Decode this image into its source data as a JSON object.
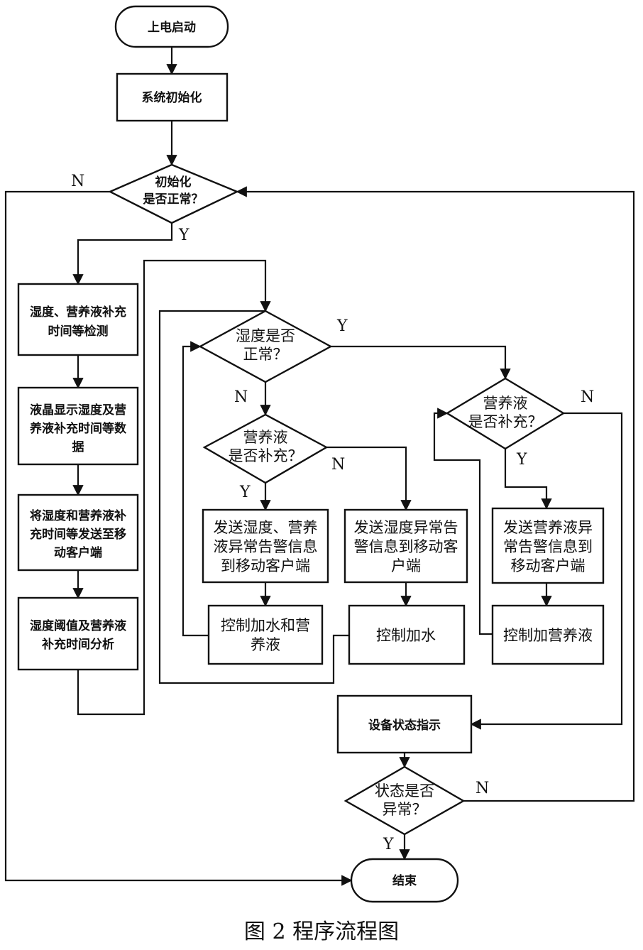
{
  "nodes": {
    "start": "上电启动",
    "init": "系统初始化",
    "init_ok": [
      "初始化",
      "是否正常？"
    ],
    "detect": [
      "湿度、营养液补充",
      "时间等检测"
    ],
    "lcd": [
      "液晶显示湿度及营",
      "养液补充时间等数",
      "据"
    ],
    "send_mobile": [
      "将湿度和营养液补",
      "充时间等发送至移",
      "动客户端"
    ],
    "analyze": [
      "湿度阈值及营养液",
      "补充时间分析"
    ],
    "humidity_ok": [
      "湿度是否",
      "正常？"
    ],
    "nutrient_left": [
      "营养液",
      "是否补充？"
    ],
    "alarm_both": [
      "发送湿度、营养",
      "液异常告警信息",
      "到移动客户端"
    ],
    "alarm_humidity": [
      "发送湿度异常告",
      "警信息到移动客",
      "户端"
    ],
    "ctrl_both": [
      "控制加水和营",
      "养液"
    ],
    "ctrl_water": "控制加水",
    "nutrient_right": [
      "营养液",
      "是否补充？"
    ],
    "alarm_nutrient": [
      "发送营养液异",
      "常告警信息到",
      "移动客户端"
    ],
    "ctrl_nutrient": "控制加营养液",
    "status_ind": "设备状态指示",
    "status_abn": [
      "状态是否",
      "异常？"
    ],
    "end": "结束"
  },
  "labels": {
    "Y": "Y",
    "N": "N"
  },
  "caption": "图 2  程序流程图"
}
